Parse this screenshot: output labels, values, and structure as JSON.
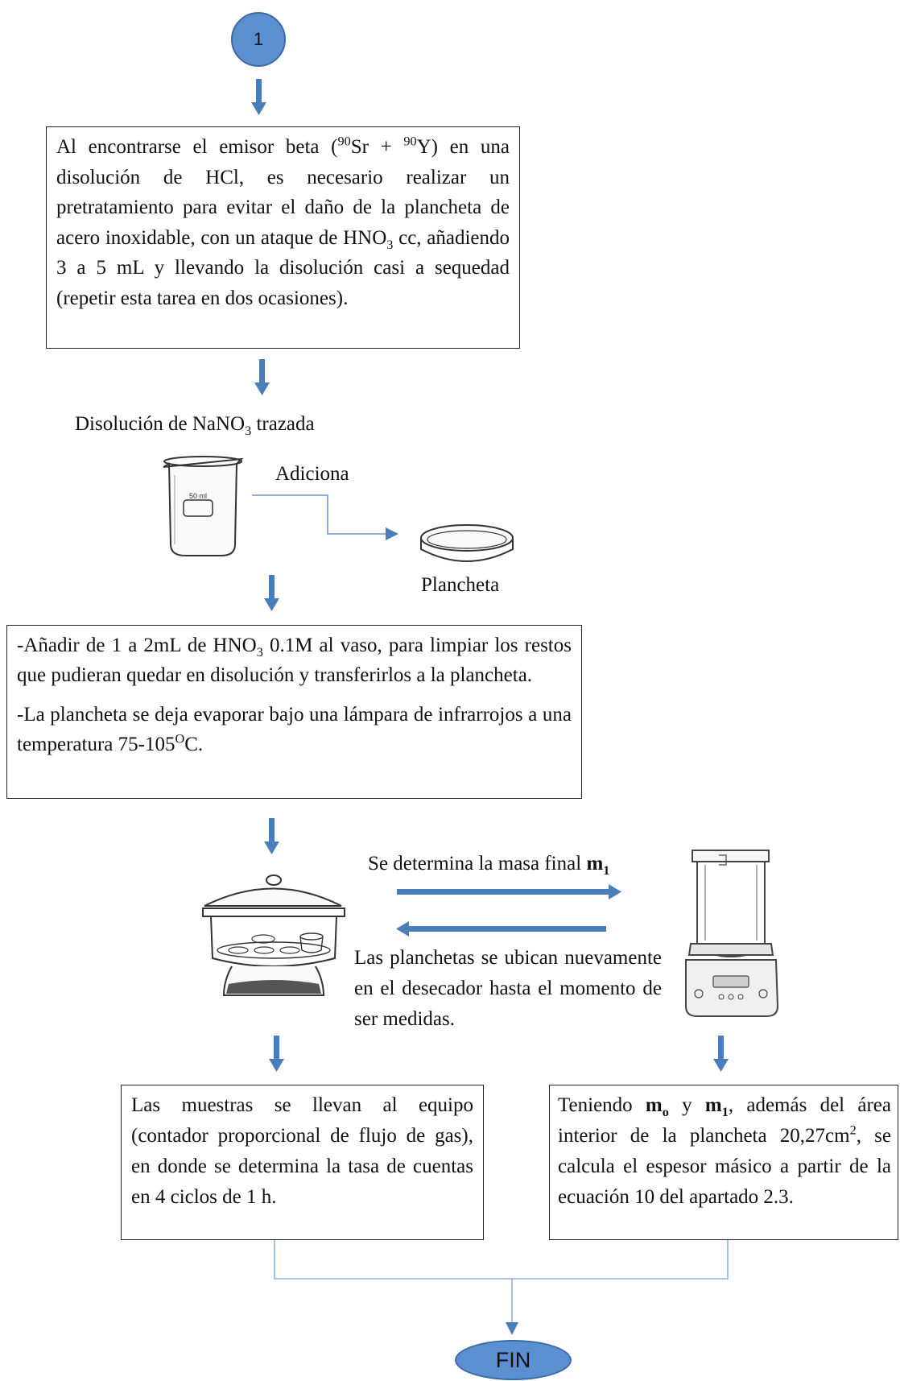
{
  "start_node": {
    "label": "1"
  },
  "box1": {
    "p1": "Al encontrarse el emisor beta (",
    "sup1": "90",
    "p2": "Sr + ",
    "sup2": "90",
    "p3": "Y) en una disolución de HCl, es necesario realizar un pretratamiento para evitar el daño de la plancheta de acero inoxidable, con un ataque de HNO",
    "sub1": "3",
    "p4": " cc, añadiendo 3 a 5 mL y llevando la disolución casi a sequedad (repetir esta tarea en dos ocasiones)."
  },
  "nano3_label": {
    "p1": "Disolución de NaNO",
    "sub": "3",
    "p2": " trazada"
  },
  "beaker_marking": "50 ml",
  "adiciona_label": "Adiciona",
  "plancheta_label": "Plancheta",
  "box2": {
    "a1": "-Añadir de 1 a 2mL de HNO",
    "a_sub": "3",
    "a2": " 0.1M al vaso, para limpiar los restos que pudieran quedar en disolución y transferirlos a la plancheta.",
    "b1": "-La plancheta se deja evaporar bajo una lámpara de infrarrojos a una temperatura 75-105",
    "b_deg": "O",
    "b2": "C."
  },
  "masa_label": {
    "text": "Se determina la masa final ",
    "bold": "m",
    "sub": "1"
  },
  "return_text": "Las planchetas se ubican nuevamente en el desecador hasta el momento de ser medidas.",
  "box3": "Las muestras se llevan al equipo (contador proporcional de flujo de gas), en donde se determina la tasa de cuentas en 4 ciclos de 1 h.",
  "box4": {
    "p1": "Teniendo ",
    "m0": "m",
    "m0_sub": "o",
    "p2": " y ",
    "m1": "m",
    "m1_sub": "1",
    "p3": ", además del área interior de la plancheta 20,27cm",
    "sup": "2",
    "p4": ", se calcula el espesor másico a partir de la ecuación 10 del apartado 2.3."
  },
  "end_node": {
    "label": "FIN"
  },
  "colors": {
    "arrow": "#4a7ebb",
    "node_fill": "#5b8fd0",
    "connector": "#8fb1dc"
  }
}
